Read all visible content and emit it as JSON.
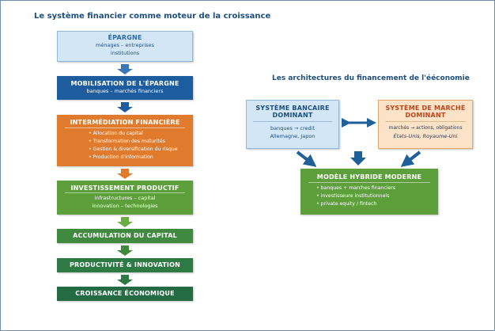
{
  "left": {
    "title": "Le système financier comme moteur de la croissance",
    "epargne": {
      "heading": "ÉPARGNE",
      "lines": [
        "ménages – entreprises",
        "institutions"
      ]
    },
    "mobilisation": {
      "heading": "MOBILISATION DE L'ÉPARGNE",
      "line": "banques – marchés financiers"
    },
    "intermediation": {
      "heading": "INTERMÉDIATION FINANCIÈRE",
      "items": [
        "Allocation du capital",
        "Transformation des maturités",
        "Gestion & diversification du risque",
        "Production d'information"
      ]
    },
    "investissement": {
      "heading": "INVESTISSEMENT PRODUCTIF",
      "lines": [
        "infrastructures – capital",
        "innovation – technologies"
      ]
    },
    "accumulation": {
      "heading": "ACCUMULATION DU CAPITAL"
    },
    "productivite": {
      "heading": "PRODUCTIVITÉ & INNOVATION"
    },
    "croissance": {
      "heading": "CROISSANCE ÉCONOMIQUE"
    }
  },
  "right": {
    "title": "Les architectures du financement de l'ééconomie",
    "bancaire": {
      "heading": [
        "SYSTÈME BANCAIRE",
        "DOMINANT"
      ],
      "lines": [
        "banques → credit",
        "Allemagne, Japon"
      ]
    },
    "marche": {
      "heading": [
        "SYSTÈME DE MARCHÉ",
        "DOMINANT"
      ],
      "lines": [
        "marchés → actions, obligations",
        "États-Unis, Royaume-Uni"
      ]
    },
    "hybride": {
      "heading": "MODÈLE HYBRIDE MODERNE",
      "items": [
        "banques + marches financiers",
        "investisseure institutionnels",
        "private equity / fintech"
      ]
    }
  },
  "colors": {
    "light_blue": "#d3e6f6",
    "dark_blue": "#1c5c9f",
    "orange": "#e07a2c",
    "green": "#5d9f3b",
    "peach": "#fce2c6",
    "marche_text": "#c0441b"
  }
}
